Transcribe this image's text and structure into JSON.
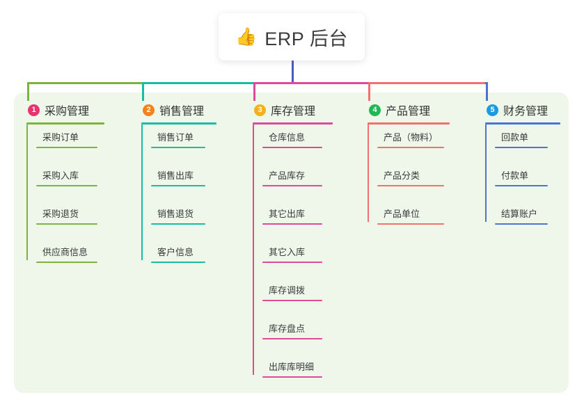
{
  "root": {
    "icon": "thumbs-up-icon",
    "emoji": "👍",
    "title": "ERP 后台"
  },
  "theme": {
    "panel_bg": "#eef7e9",
    "page_bg": "#ffffff",
    "trunk_color": "#4a5bc0",
    "text_color": "#3a3a3a"
  },
  "columns": [
    {
      "index": "1",
      "title": "采购管理",
      "badge_color": "#e8336e",
      "line_color": "#7cb342",
      "items": [
        {
          "label": "采购订单"
        },
        {
          "label": "采购入库"
        },
        {
          "label": "采购退货"
        },
        {
          "label": "供应商信息"
        }
      ]
    },
    {
      "index": "2",
      "title": "销售管理",
      "badge_color": "#f5821f",
      "line_color": "#14bda4",
      "items": [
        {
          "label": "销售订单"
        },
        {
          "label": "销售出库"
        },
        {
          "label": "销售退货"
        },
        {
          "label": "客户信息"
        }
      ]
    },
    {
      "index": "3",
      "title": "库存管理",
      "badge_color": "#f5b01c",
      "line_color": "#e0489b",
      "items": [
        {
          "label": "仓库信息"
        },
        {
          "label": "产品库存"
        },
        {
          "label": "其它出库"
        },
        {
          "label": "其它入库"
        },
        {
          "label": "库存调拨"
        },
        {
          "label": "库存盘点"
        },
        {
          "label": "出库库明细"
        }
      ]
    },
    {
      "index": "4",
      "title": "产品管理",
      "badge_color": "#1db954",
      "line_color": "#f2706e",
      "items": [
        {
          "label": "产品（物料）"
        },
        {
          "label": "产品分类"
        },
        {
          "label": "产品单位"
        }
      ]
    },
    {
      "index": "5",
      "title": "财务管理",
      "badge_color": "#1a9ae0",
      "line_color": "#4a74d4",
      "items": [
        {
          "label": "回款单"
        },
        {
          "label": "付款单"
        },
        {
          "label": "结算账户"
        }
      ]
    }
  ]
}
